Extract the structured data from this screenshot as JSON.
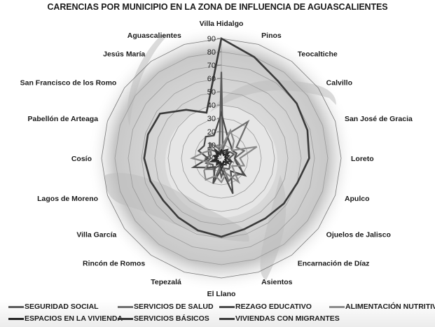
{
  "chart_data": {
    "type": "radar",
    "title": "CARENCIAS POR MUNICIPIO EN LA ZONA DE INFLUENCIA DE AGUASCALIENTES",
    "categories": [
      "Villa Hidalgo",
      "Pinos",
      "Teocaltiche",
      "Calvillo",
      "San José de Gracia",
      "Loreto",
      "Apulco",
      "Ojuelos de Jalisco",
      "Encarnación de Díaz",
      "Asientos",
      "El Llano",
      "Tepezalá",
      "Rincón de Romos",
      "Villa García",
      "Lagos de Moreno",
      "Cosío",
      "Pabellón de Arteaga",
      "San Francisco de los Romo",
      "Jesús María",
      "Aguascalientes"
    ],
    "radial_axis": {
      "min": 0,
      "max": 90,
      "step": 10,
      "tick_labels": [
        "0",
        "10",
        "20",
        "30",
        "40",
        "50",
        "60",
        "70",
        "80",
        "90"
      ]
    },
    "grid": true,
    "legend_position": "bottom",
    "series": [
      {
        "name": "SEGURIDAD SOCIAL",
        "color": "#5a5a5a",
        "values": [
          65,
          4,
          6,
          8,
          10,
          6,
          8,
          8,
          10,
          8,
          14,
          6,
          10,
          8,
          12,
          8,
          10,
          12,
          6,
          5
        ]
      },
      {
        "name": "SERVICIOS DE SALUD",
        "color": "#6e6e6e",
        "values": [
          4,
          20,
          34,
          14,
          18,
          10,
          14,
          20,
          16,
          18,
          4,
          16,
          10,
          14,
          10,
          12,
          8,
          10,
          14,
          8
        ]
      },
      {
        "name": "REZAGO EDUCATIVO",
        "color": "#4a4a4a",
        "values": [
          34,
          16,
          12,
          10,
          12,
          10,
          12,
          22,
          12,
          28,
          8,
          20,
          8,
          12,
          22,
          10,
          18,
          16,
          20,
          18
        ]
      },
      {
        "name": "ALIMENTACIÓN NUTRITIVA",
        "color": "#8a8a8a",
        "values": [
          8,
          22,
          16,
          10,
          28,
          14,
          18,
          10,
          22,
          12,
          18,
          14,
          20,
          16,
          10,
          22,
          14,
          10,
          12,
          10
        ]
      },
      {
        "name": "ESPACIOS EN LA VIVIENDA",
        "color": "#222222",
        "values": [
          6,
          4,
          3,
          6,
          3,
          4,
          3,
          6,
          3,
          4,
          5,
          3,
          4,
          3,
          6,
          3,
          4,
          3,
          6,
          3
        ]
      },
      {
        "name": "SERVICIOS BÁSICOS",
        "color": "#333333",
        "values": [
          4,
          6,
          8,
          4,
          6,
          4,
          8,
          4,
          6,
          5,
          8,
          4,
          6,
          4,
          8,
          4,
          6,
          4,
          8,
          4
        ]
      },
      {
        "name": "VIVIENDAS CON MIGRANTES",
        "color": "#3a3a3a",
        "values": [
          90,
          80,
          72,
          70,
          68,
          66,
          60,
          58,
          56,
          56,
          59,
          57,
          55,
          54,
          56,
          58,
          58,
          57,
          45,
          36
        ]
      }
    ]
  },
  "legend": {
    "rows": [
      [
        "SEGURIDAD SOCIAL",
        "SERVICIOS DE SALUD",
        "REZAGO EDUCATIVO",
        "ALIMENTACIÓN NUTRITIVA"
      ],
      [
        "ESPACIOS EN LA VIVIENDA",
        "SERVICIOS BÁSICOS",
        "VIVIENDAS CON MIGRANTES"
      ]
    ]
  }
}
